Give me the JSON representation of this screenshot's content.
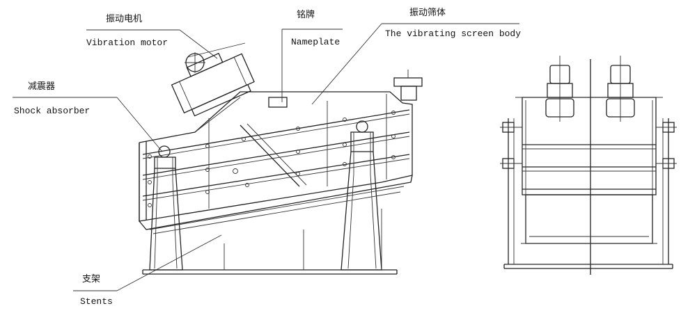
{
  "labels": {
    "motor_cn": "振动电机",
    "motor_en": "Vibration motor",
    "nameplate_cn": "铭牌",
    "nameplate_en": "Nameplate",
    "body_cn": "振动筛体",
    "body_en": "The vibrating screen body",
    "shock_cn": "减震器",
    "shock_en": "Shock absorber",
    "stents_cn": "支架",
    "stents_en": "Stents"
  }
}
